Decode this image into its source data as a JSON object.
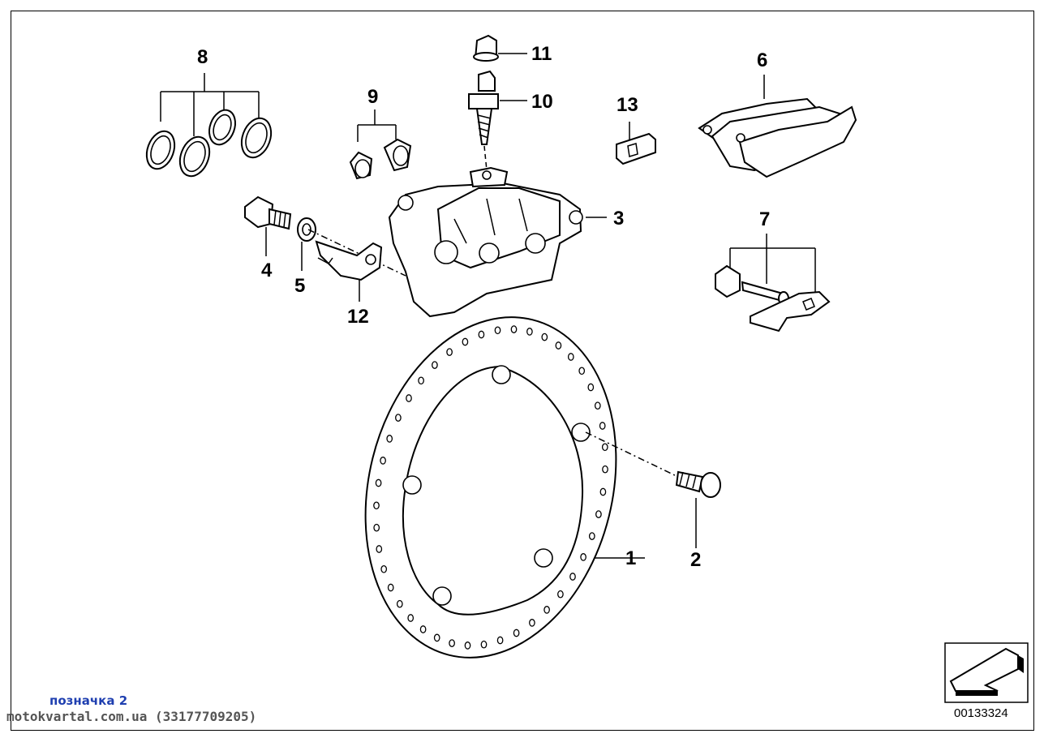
{
  "diagram": {
    "diagram_id": "00133324",
    "callouts": [
      "1",
      "2",
      "3",
      "4",
      "5",
      "6",
      "7",
      "8",
      "9",
      "10",
      "11",
      "12",
      "13"
    ],
    "parts": [
      {
        "number": "1",
        "icon": "brake-disc-icon"
      },
      {
        "number": "2",
        "icon": "disc-bolt-icon"
      },
      {
        "number": "3",
        "icon": "brake-caliper-icon"
      },
      {
        "number": "4",
        "icon": "caliper-bolt-icon"
      },
      {
        "number": "5",
        "icon": "washer-icon"
      },
      {
        "number": "6",
        "icon": "brake-pads-icon"
      },
      {
        "number": "7",
        "icon": "pad-retainer-kit-icon"
      },
      {
        "number": "8",
        "icon": "piston-seal-rings-icon"
      },
      {
        "number": "9",
        "icon": "guide-bushes-icon"
      },
      {
        "number": "10",
        "icon": "bleeder-valve-icon"
      },
      {
        "number": "11",
        "icon": "bleeder-cap-icon"
      },
      {
        "number": "12",
        "icon": "bracket-icon"
      },
      {
        "number": "13",
        "icon": "anti-rattle-spring-icon"
      }
    ],
    "direction_icon": "arrow-direction-icon"
  },
  "footer": {
    "label": "позначка 2",
    "site": "motokvartal.com.ua (33177709205)"
  }
}
